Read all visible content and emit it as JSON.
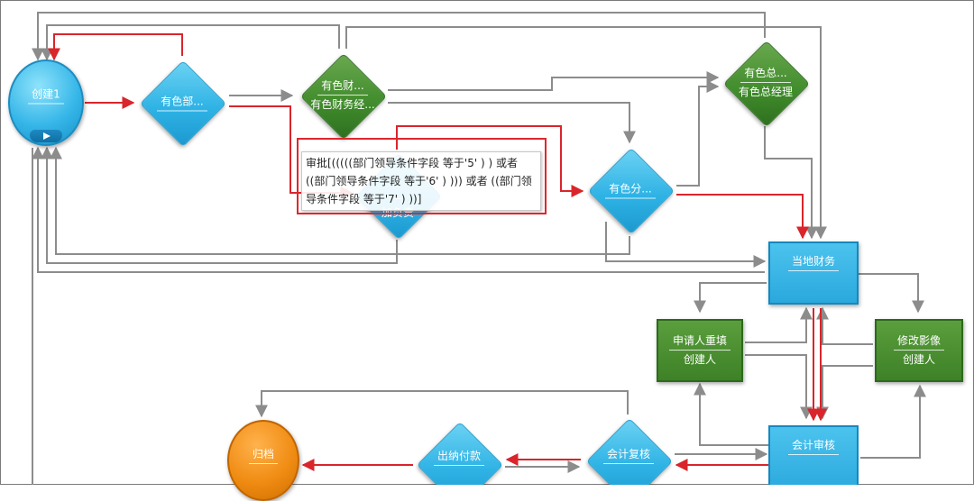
{
  "nodes": {
    "create": {
      "label": "创建1"
    },
    "youse_bu": {
      "label": "有色部..."
    },
    "youse_cai": {
      "label": "有色财...",
      "sub": "有色财务经..."
    },
    "youse_zong": {
      "label": "有色总...",
      "sub": "有色总经理"
    },
    "youse_fen": {
      "label": "有色分..."
    },
    "hidden_dept": {
      "label": "",
      "sub": "加负责"
    },
    "local_fin": {
      "label": "当地财务"
    },
    "refill": {
      "label": "申请人重填",
      "sub": "创建人"
    },
    "modify_img": {
      "label": "修改影像",
      "sub": "创建人"
    },
    "acct_review": {
      "label": "会计审核"
    },
    "acct_recheck": {
      "label": "会计复核"
    },
    "cashier_pay": {
      "label": "出纳付款"
    },
    "archive": {
      "label": "归档"
    }
  },
  "tooltip": {
    "text": "审批[(((((部门领导条件字段 等于'5' ) ) 或者 ((部门领导条件字段 等于'6' ) ))) 或者 ((部门领导条件字段 等于'7' ) ))]"
  },
  "colors": {
    "edge_gray": "#8c8c8c",
    "edge_red": "#d9252b",
    "blue": "#2fb3e5",
    "green": "#3f8b2b",
    "orange": "#f08c13"
  }
}
